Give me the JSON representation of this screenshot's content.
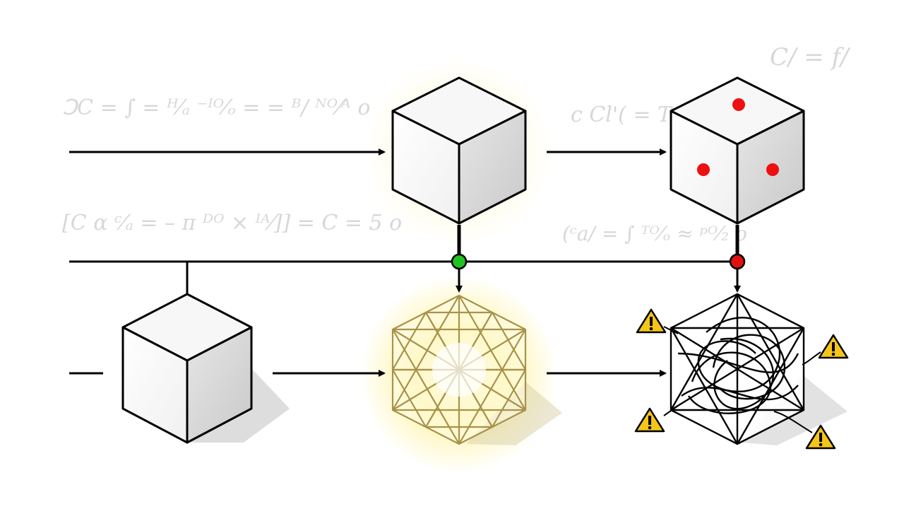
{
  "background": {
    "formulas": [
      "ꓛC = ∫ = ᴴ⁄ₐ ⁻ᴵᴼ⁄ₒ =  = ᴮ/ ᴺᴼ⁄ᴬ o",
      "[C  α  ᶜ⁄ₐ = – π  ᴰᴼ ⨯ ᴵᴬ⁄]]  = C = 5 o",
      "C/ = f/",
      "c  Cl'( = T",
      "(ᶜa/ = ∫ ᵀᴼ⁄ₒ   ≈ ᵖᴼ⁄₂ o"
    ]
  },
  "colors": {
    "line": "#000000",
    "cube_face_top": "#f5f5f5",
    "cube_face_left": "#ffffff",
    "cube_face_right": "#d9d9d9",
    "glow_yellow": "#fff3a0",
    "crystal_stroke": "#a8924a",
    "node_ok": "#21c321",
    "node_error": "#e01010",
    "defect_dot": "#ee1010",
    "warning_fill": "#f5c518"
  },
  "icons": {
    "junction_ok": "green-junction-dot",
    "junction_error": "red-junction-dot",
    "warning": "warning-triangle-icon",
    "arrow": "arrowhead"
  }
}
